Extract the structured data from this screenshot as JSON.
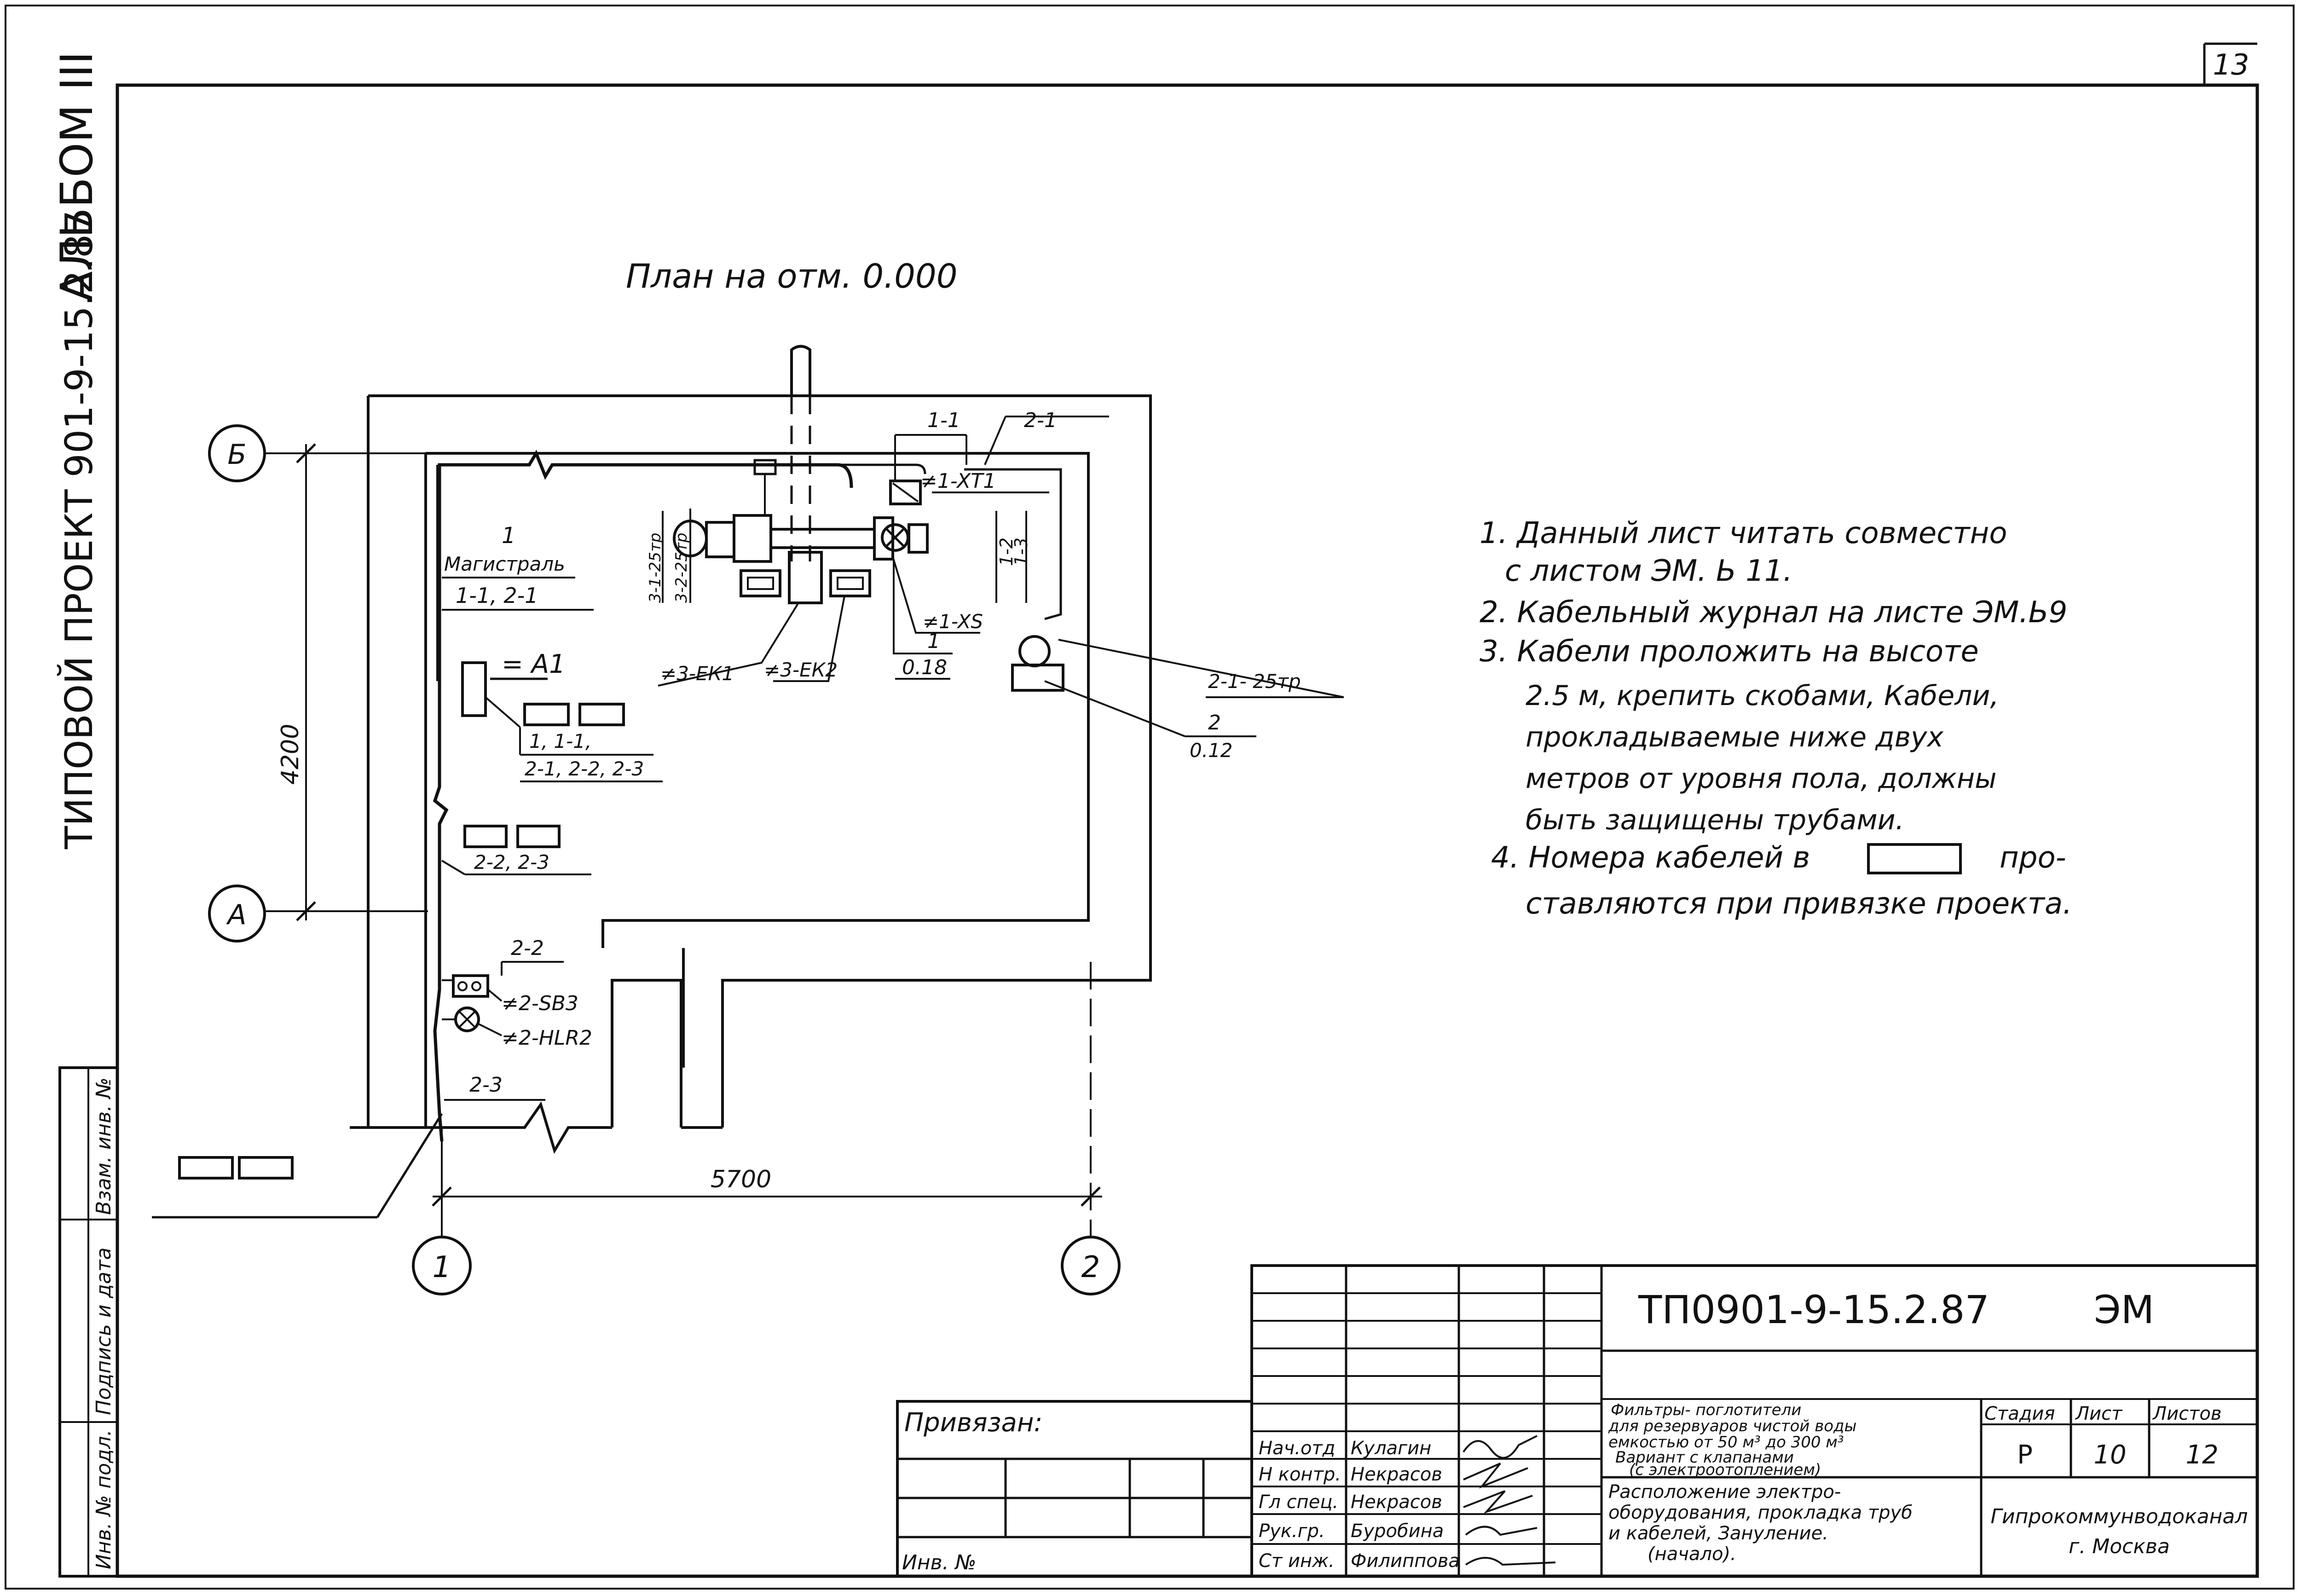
{
  "sheet": {
    "page_number": "13",
    "album": "АЛЬБОМ III",
    "project_code_vertical": "ТИПОВОЙ ПРОЕКТ 901-9-15.2.87"
  },
  "plan": {
    "title": "План на отм. 0.000",
    "axis_b": "Б",
    "axis_a": "А",
    "axis_1": "1",
    "axis_2": "2",
    "dim_vertical": "4200",
    "dim_horizontal": "5700",
    "labels": {
      "main_num": "1",
      "main_title": "Магистраль",
      "main_cables": "1-1, 2-1",
      "cabinet": "= А1",
      "cabinet_cables_1": "1, 1-1,",
      "cabinet_cables_2": "2-1, 2-2, 2-3",
      "cables_22_23": "2-2, 2-3",
      "lbl_11": "1-1",
      "lbl_21": "2-1",
      "xt1": "≠1-XT1",
      "vert_31": "3-1-25тр",
      "vert_32": "3-2-25тр",
      "vert_12": "1-2",
      "vert_13": "1-3",
      "xs": "≠1-XS",
      "ek1": "≠3-ЕК1",
      "ek2": "≠3-ЕК2",
      "n1": "1",
      "n1_val": "0.18",
      "c2125": "2-1- 25тр",
      "n2": "2",
      "n2_val": "0.12",
      "lbl_22": "2-2",
      "sb3": "≠2-SB3",
      "hlr2": "≠2-HLR2",
      "lbl_23": "2-3"
    }
  },
  "notes": [
    "1. Данный лист читать совместно",
    "с листом ЭМ. Ь 11.",
    "2. Кабельный журнал на листе ЭМ.Ь9",
    "3. Кабели проложить на высоте",
    "2.5 м, крепить скобами, Кабели,",
    "прокладываемые ниже двух",
    "метров от уровня пола, должны",
    "быть защищены трубами.",
    "4. Номера кабелей в",
    "про-",
    "ставляются при привязке проекта."
  ],
  "side_stamp": {
    "inv_podl": "Инв. № подл.",
    "podpis_data": "Подпись и дата",
    "vzam_inv": "Взам. инв. №"
  },
  "title_block": {
    "doc_code": "ТП0901-9-15.2.87",
    "mark": "ЭМ",
    "privyazan": "Привязан:",
    "inv_no": "Инв. №",
    "roles": [
      {
        "role": "Нач.отд",
        "name": "Кулагин"
      },
      {
        "role": "Н контр.",
        "name": "Некрасов"
      },
      {
        "role": "Гл спец.",
        "name": "Некрасов"
      },
      {
        "role": "Рук.гр.",
        "name": "Буробина"
      },
      {
        "role": "Ст инж.",
        "name": "Филиппова"
      }
    ],
    "desc_top": [
      "Фильтры- поглотители",
      "для резервуаров чистой воды",
      "емкостью от 50 м³ до 300 м³",
      "Вариант с клапанами",
      "(с электроотоплением)"
    ],
    "desc_bottom": [
      "Расположение электро-",
      "оборудования, прокладка труб",
      "и кабелей, Зануление.",
      "(начало)."
    ],
    "stage_label": "Стадия",
    "sheet_label": "Лист",
    "sheets_label": "Листов",
    "stage": "Р",
    "sheet": "10",
    "sheets": "12",
    "org_1": "Гипрокоммунводоканал",
    "org_2": "г. Москва"
  }
}
